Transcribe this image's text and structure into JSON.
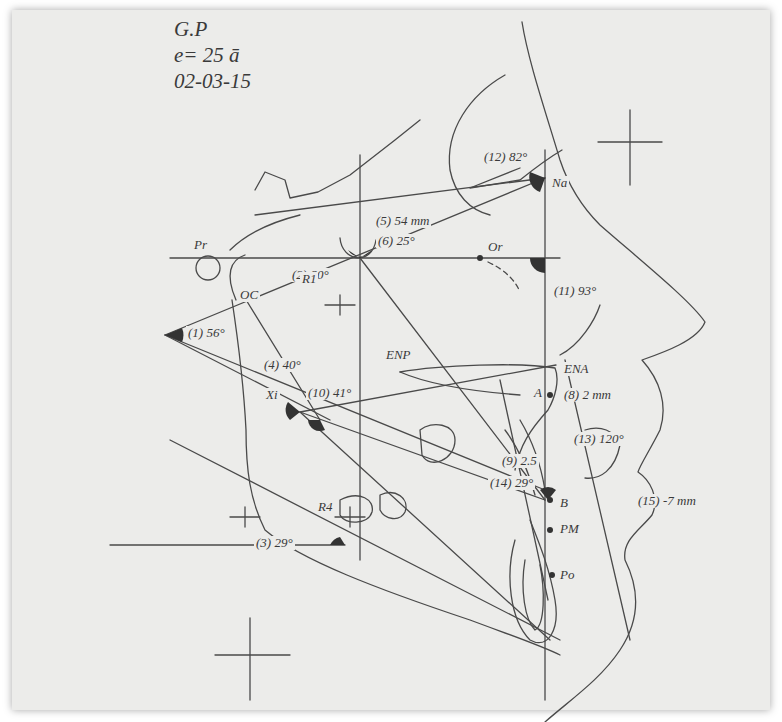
{
  "diagram": {
    "labels": [
      "G.P",
      "e= 25 ā",
      "02-03-15",
      "Pr",
      "OC",
      "(5) 54 mm",
      "(6) 25°",
      "(2) 80°",
      "(12) 82°",
      "Or",
      "(11) 93°",
      "(1) 56°",
      "(4) 40°",
      "(10) 41°",
      "Xi",
      "R1",
      "R4",
      "ENP",
      "ENA",
      "A",
      "(8) 2 mm",
      "(13) 120°",
      "(9) 2.5",
      "(14) 29°",
      "B",
      "PM",
      "Po",
      "(15) -7 mm",
      "(3) 29°",
      "Na"
    ]
  }
}
